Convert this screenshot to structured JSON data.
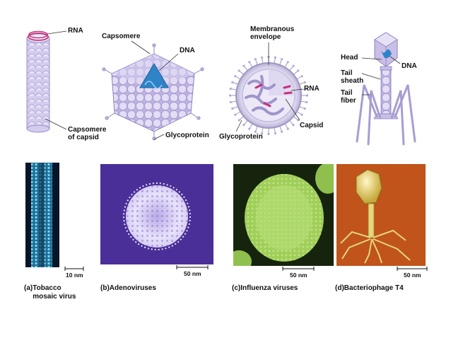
{
  "panels": [
    {
      "letter": "(a)",
      "name": "Tobacco\nmosaic virus",
      "scale": "10 nm",
      "labels": {
        "rna": "RNA",
        "capsomere": "Capsomere\nof capsid"
      },
      "photo_color": "#3aa7c9"
    },
    {
      "letter": "(b)",
      "name": "Adenoviruses",
      "scale": "50 nm",
      "labels": {
        "capsomere": "Capsomere",
        "dna": "DNA",
        "glycoprotein": "Glycoprotein"
      },
      "photo_color": "#5a3fa6"
    },
    {
      "letter": "(c)",
      "name": "Influenza viruses",
      "scale": "50 nm",
      "labels": {
        "membranous": "Membranous\nenvelope",
        "rna": "RNA",
        "capsid": "Capsid",
        "glycoprotein": "Glycoprotein"
      },
      "photo_color": "#9fcf5a"
    },
    {
      "letter": "(d)",
      "name": "Bacteriophage T4",
      "scale": "50 nm",
      "labels": {
        "head": "Head",
        "dna": "DNA",
        "tail_sheath": "Tail\nsheath",
        "tail_fiber": "Tail\nfiber"
      },
      "photo_color": "#c0541a"
    }
  ],
  "colors": {
    "capsid_lavender": "#c9bfe6",
    "capsid_edge": "#8d80c0",
    "nucleic_blue": "#2f84c8",
    "rna_magenta": "#c8307c"
  }
}
